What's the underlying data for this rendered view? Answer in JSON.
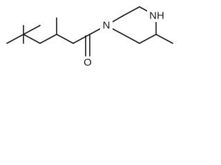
{
  "atoms": {
    "nitrogen_1": "N",
    "nitrogen_nh": "NH",
    "oxygen": "O"
  },
  "colors": {
    "bond": "#1a1a1a",
    "background": "#ffffff"
  }
}
